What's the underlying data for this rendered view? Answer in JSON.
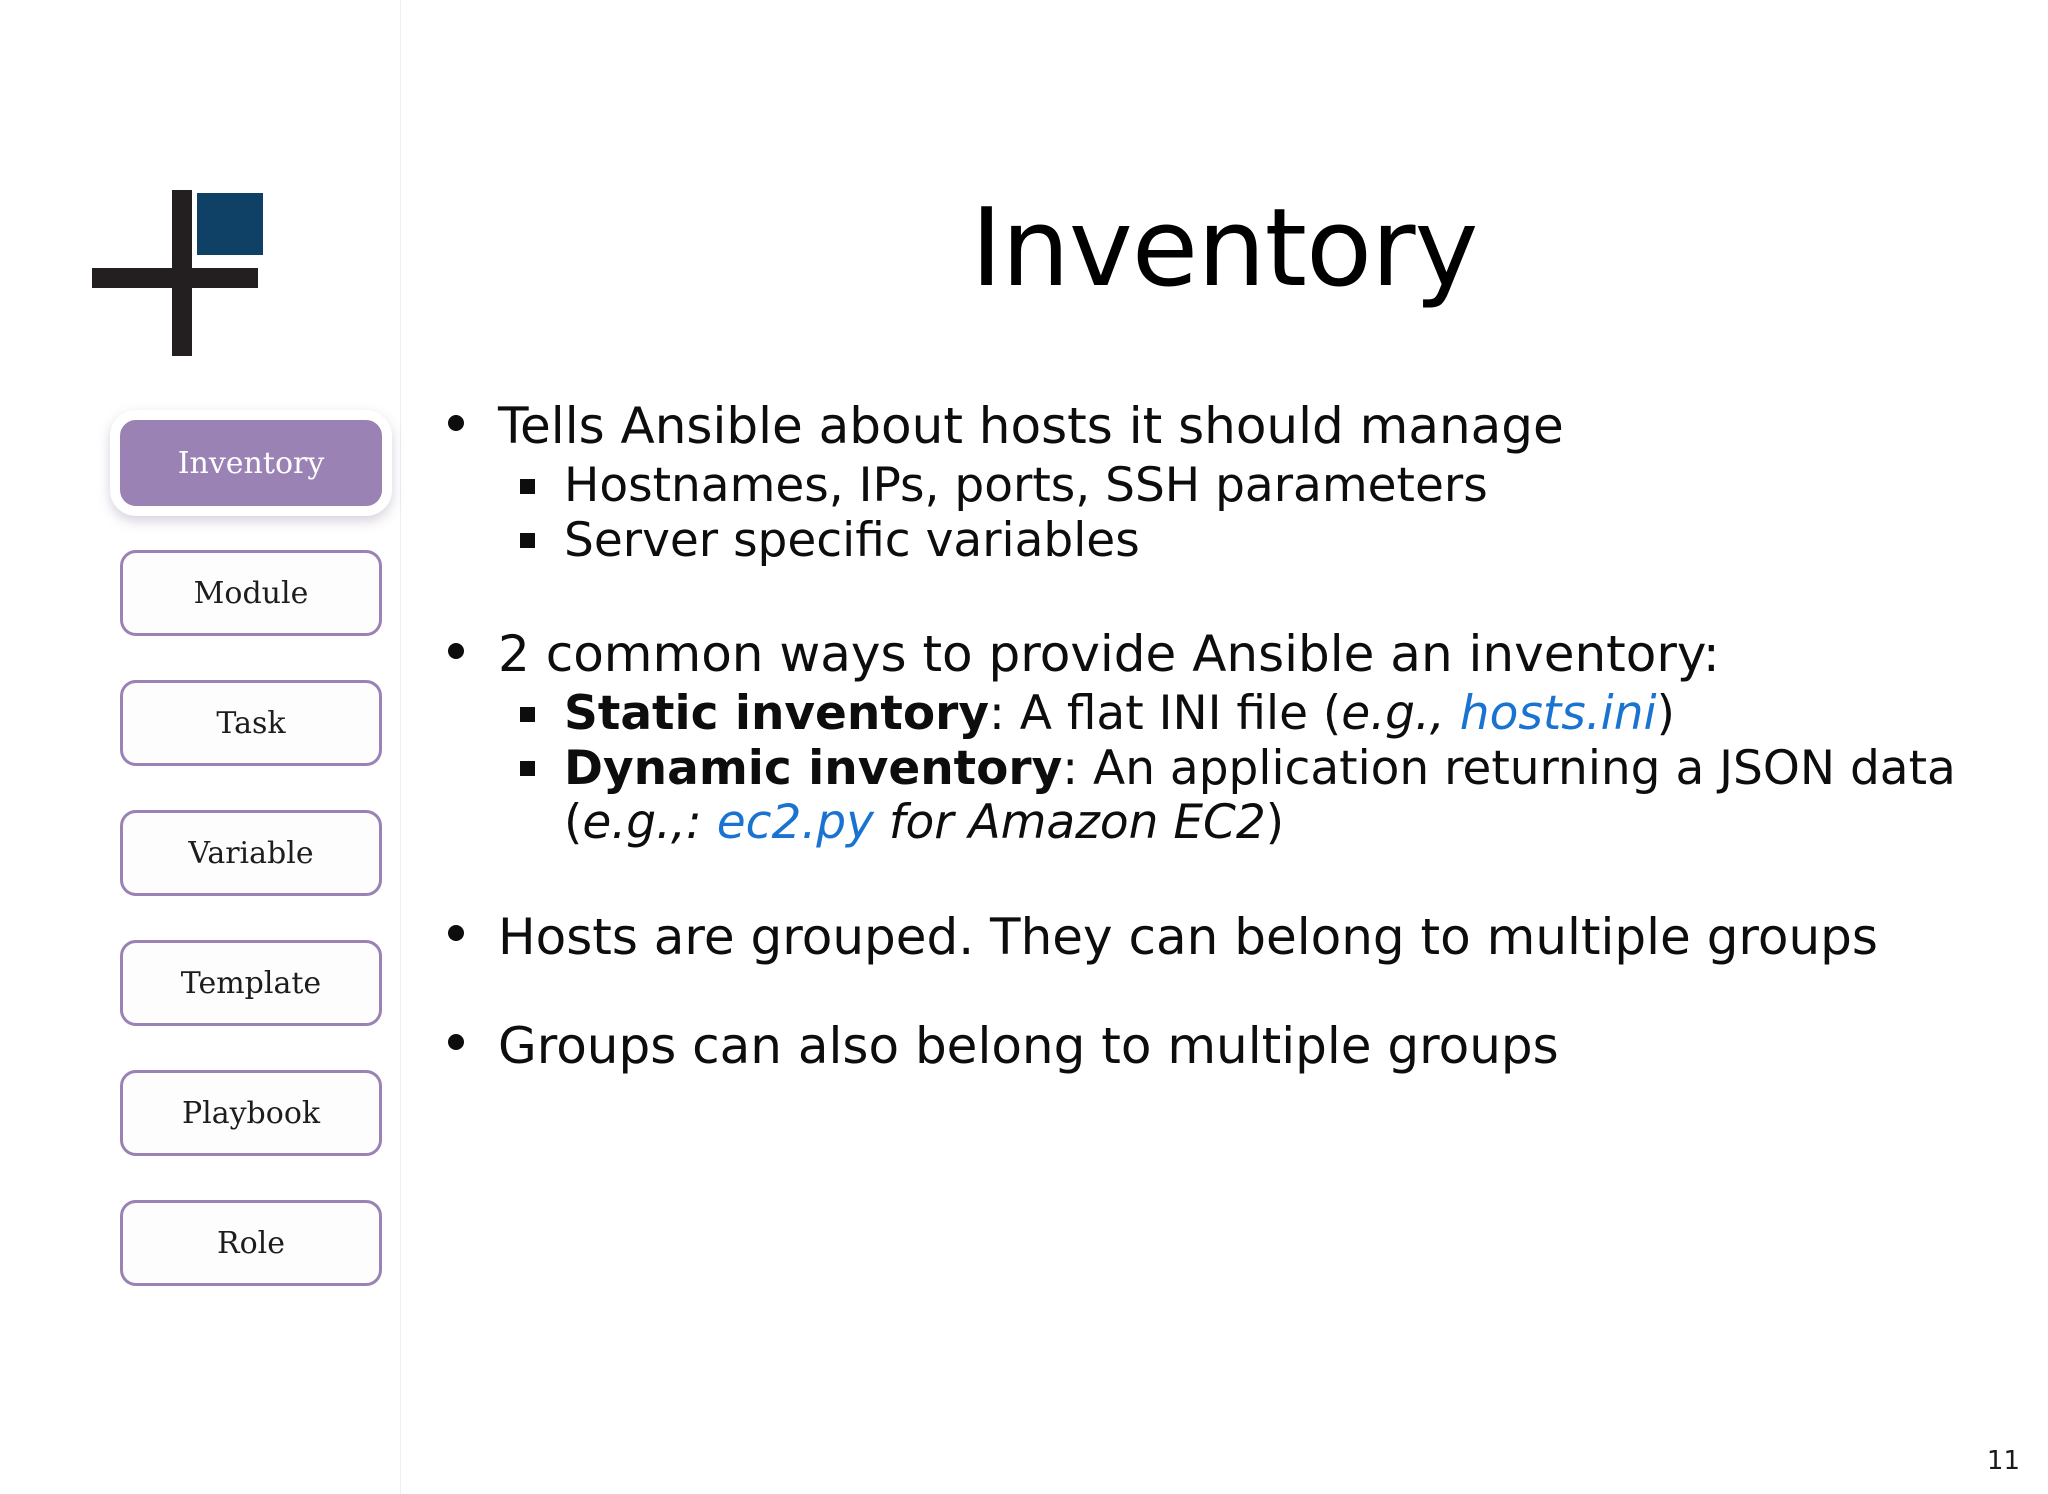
{
  "slide": {
    "title": "Inventory",
    "page_number": "11",
    "accent_purple": "#9b82b5",
    "link_blue": "#1a73d0",
    "logo_square_color": "#0e4165",
    "logo_cross_color": "#231f20"
  },
  "logo": {
    "name": "plus-square-logo"
  },
  "sidebar": {
    "items": [
      {
        "label": "Inventory",
        "active": true
      },
      {
        "label": "Module",
        "active": false
      },
      {
        "label": "Task",
        "active": false
      },
      {
        "label": "Variable",
        "active": false
      },
      {
        "label": "Template",
        "active": false
      },
      {
        "label": "Playbook",
        "active": false
      },
      {
        "label": "Role",
        "active": false
      }
    ]
  },
  "content": {
    "bullet1": {
      "text": "Tells Ansible about hosts it should manage",
      "sub": [
        "Hostnames, IPs, ports, SSH parameters",
        "Server specific variables"
      ]
    },
    "bullet2": {
      "text": "2 common ways to provide Ansible an inventory:",
      "sub_static": {
        "bold": "Static inventory",
        "mid": ": A flat INI file (",
        "eg": "e.g., ",
        "link": "hosts.ini",
        "tail": ")"
      },
      "sub_dynamic": {
        "bold": "Dynamic inventory",
        "mid": ": An application returning a JSON data (",
        "eg": "e.g.,: ",
        "link": "ec2.py",
        "italic_tail": " for Amazon EC2",
        "tail": ")"
      }
    },
    "bullet3": "Hosts are grouped. They can belong to multiple groups",
    "bullet4": "Groups can also belong to multiple groups"
  }
}
